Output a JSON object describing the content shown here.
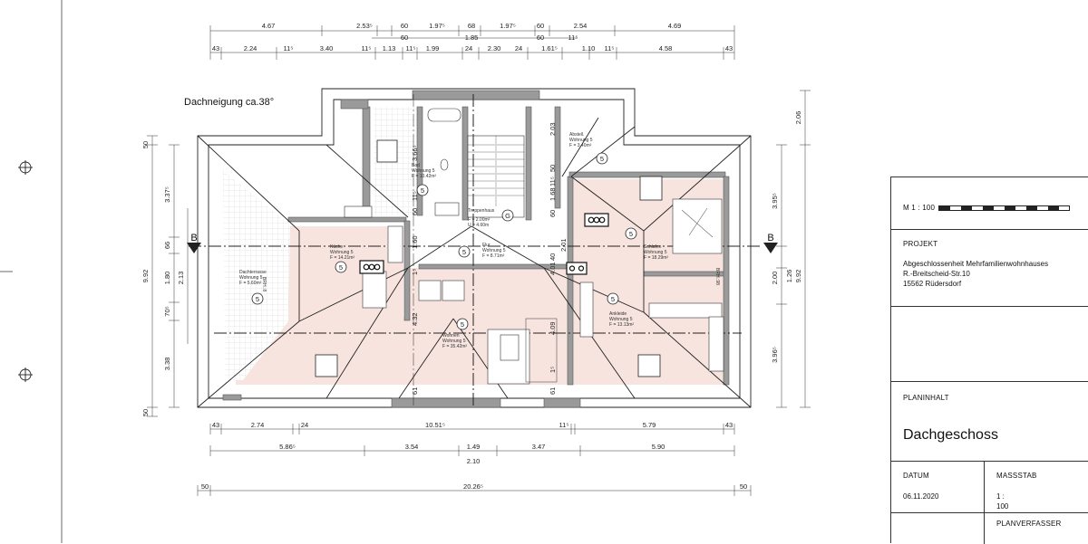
{
  "title_annotation": "Dachneigung ca.38°",
  "section_marks": {
    "left": "B",
    "right": "B"
  },
  "dims_top_row1": [
    "4.67",
    "2.53⁵",
    "60",
    "1.97⁵",
    "68",
    "1.97⁵",
    "60",
    "2.54",
    "4.69"
  ],
  "dims_top_row2": [
    "60",
    "1.85",
    "60",
    "11⁵"
  ],
  "dims_top_row3": [
    "43",
    "2.24",
    "11⁵",
    "3.40",
    "11⁵",
    "1.13",
    "11⁵",
    "1.99",
    "24",
    "2.30",
    "24",
    "1.61⁵",
    "1.10",
    "11⁵",
    "4.58",
    "43"
  ],
  "dims_bottom_row1": [
    "43",
    "2.74",
    "24",
    "10.51⁵",
    "11⁵",
    "5.79",
    "43"
  ],
  "dims_bottom_row2": [
    "5.86⁵",
    "3.54",
    "1.49",
    "3.47",
    "5.90"
  ],
  "dims_bottom_row2b": "2.10",
  "dims_bottom_row3": [
    "50",
    "20.26⁵",
    "50"
  ],
  "dims_left_outer": [
    "50",
    "9.92",
    "50"
  ],
  "dims_left_mid": [
    "3.37⁵",
    "66",
    "1.80",
    "70⁵",
    "3.38"
  ],
  "dims_left_inner": "2.13",
  "dims_right_outer": [
    "2.06",
    "9.92"
  ],
  "dims_right_mid": [
    "3.95⁵",
    "1.26",
    "2.00",
    "3.96⁵"
  ],
  "dims_interior": [
    "3.66⁵",
    "11⁵",
    "60",
    "1.60",
    "4.32",
    "1⁵",
    "61",
    "2.03",
    "50",
    "11⁵",
    "1.68",
    "2.01",
    "60",
    "40",
    "4.09",
    "61",
    "1⁵",
    "4.01"
  ],
  "labels_brh": [
    "BRH.:8",
    "BRH.:98"
  ],
  "rooms": [
    {
      "name": "Bad",
      "unit": "Wohnung 5",
      "area": "F = 10.42m²"
    },
    {
      "name": "Treppenhaus",
      "unit": "F = 2.00m²",
      "area": "U = 4.60m"
    },
    {
      "name": "Abstell.",
      "unit": "Wohnung 5",
      "area": "F = 3.40m²"
    },
    {
      "name": "Küche",
      "unit": "Wohnung 5",
      "area": "F = 14.21m²"
    },
    {
      "name": "Flur",
      "unit": "Wohnung 5",
      "area": "F = 8.71m²"
    },
    {
      "name": "Schlafen",
      "unit": "Wohnung 5",
      "area": "F = 18.29m²"
    },
    {
      "name": "Dachterrasse",
      "unit": "Wohnung 5",
      "area": "F = 5.60m²"
    },
    {
      "name": "Wohnen",
      "unit": "Wohnung 5",
      "area": "F = 35.42m²"
    },
    {
      "name": "Ankleide",
      "unit": "Wohnung 5",
      "area": "F = 13.13m²"
    }
  ],
  "unit_tags": [
    "5",
    "5",
    "5",
    "5",
    "5",
    "5",
    "5",
    "5",
    "G"
  ],
  "title_block": {
    "scale_label": "M 1 : 100",
    "projekt_label": "PROJEKT",
    "projekt_lines": [
      "Abgeschlossenheit  Mehrfamilienwohnhauses",
      "R.-Breitscheid-Str.10",
      "15562 Rüdersdorf"
    ],
    "planinhalt_label": "PLANINHALT",
    "planinhalt_value": "Dachgeschoss",
    "datum_label": "DATUM",
    "datum_value": "06.11.2020",
    "massstab_label": "MASSSTAB",
    "massstab_value": "1 : 100",
    "planverfasser_label": "PLANVERFASSER"
  }
}
